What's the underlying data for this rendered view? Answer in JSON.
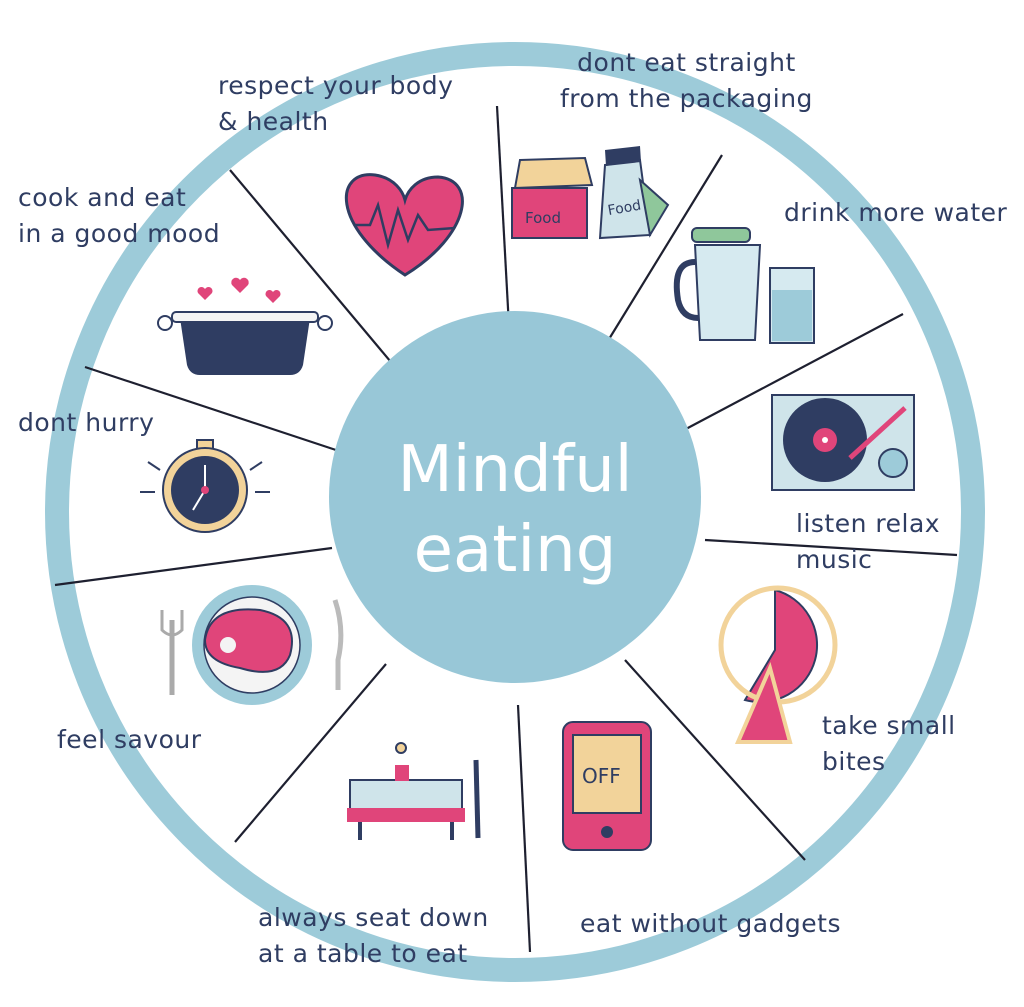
{
  "title": {
    "line1": "Mindful",
    "line2": "eating"
  },
  "tips": [
    {
      "id": "respect-body",
      "label": "respect your body\n& health"
    },
    {
      "id": "packaging",
      "label": "dont eat straight\nfrom the packaging"
    },
    {
      "id": "water",
      "label": "drink more water"
    },
    {
      "id": "music",
      "label": "listen relax music"
    },
    {
      "id": "small-bites",
      "label": "take small bites"
    },
    {
      "id": "gadgets",
      "label": "eat without gadgets"
    },
    {
      "id": "table",
      "label": "always seat down\nat a table to eat"
    },
    {
      "id": "savour",
      "label": "feel savour"
    },
    {
      "id": "hurry",
      "label": "dont hurry"
    },
    {
      "id": "good-mood",
      "label": "cook and eat\nin a good mood"
    }
  ],
  "icon_text": {
    "food_box": "Food",
    "food_bag": "Food",
    "phone_screen": "OFF"
  },
  "colors": {
    "ring": "#9dcbd9",
    "center": "#98c7d7",
    "navy": "#2f3d62",
    "pink": "#e0457a",
    "text": "#2f3d62"
  }
}
